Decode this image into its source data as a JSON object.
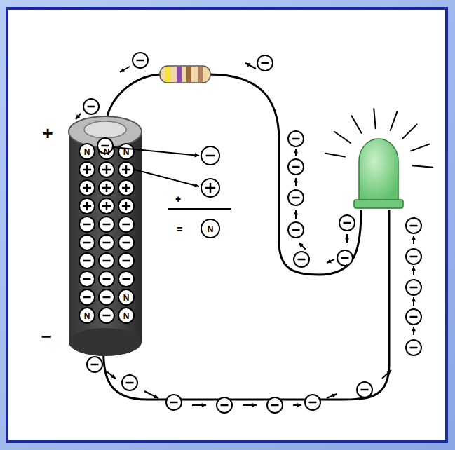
{
  "diagram": {
    "labels": [
      "+",
      "−",
      "+",
      "=",
      "N",
      "N",
      "N",
      "N",
      "N",
      "N",
      "N"
    ]
  }
}
